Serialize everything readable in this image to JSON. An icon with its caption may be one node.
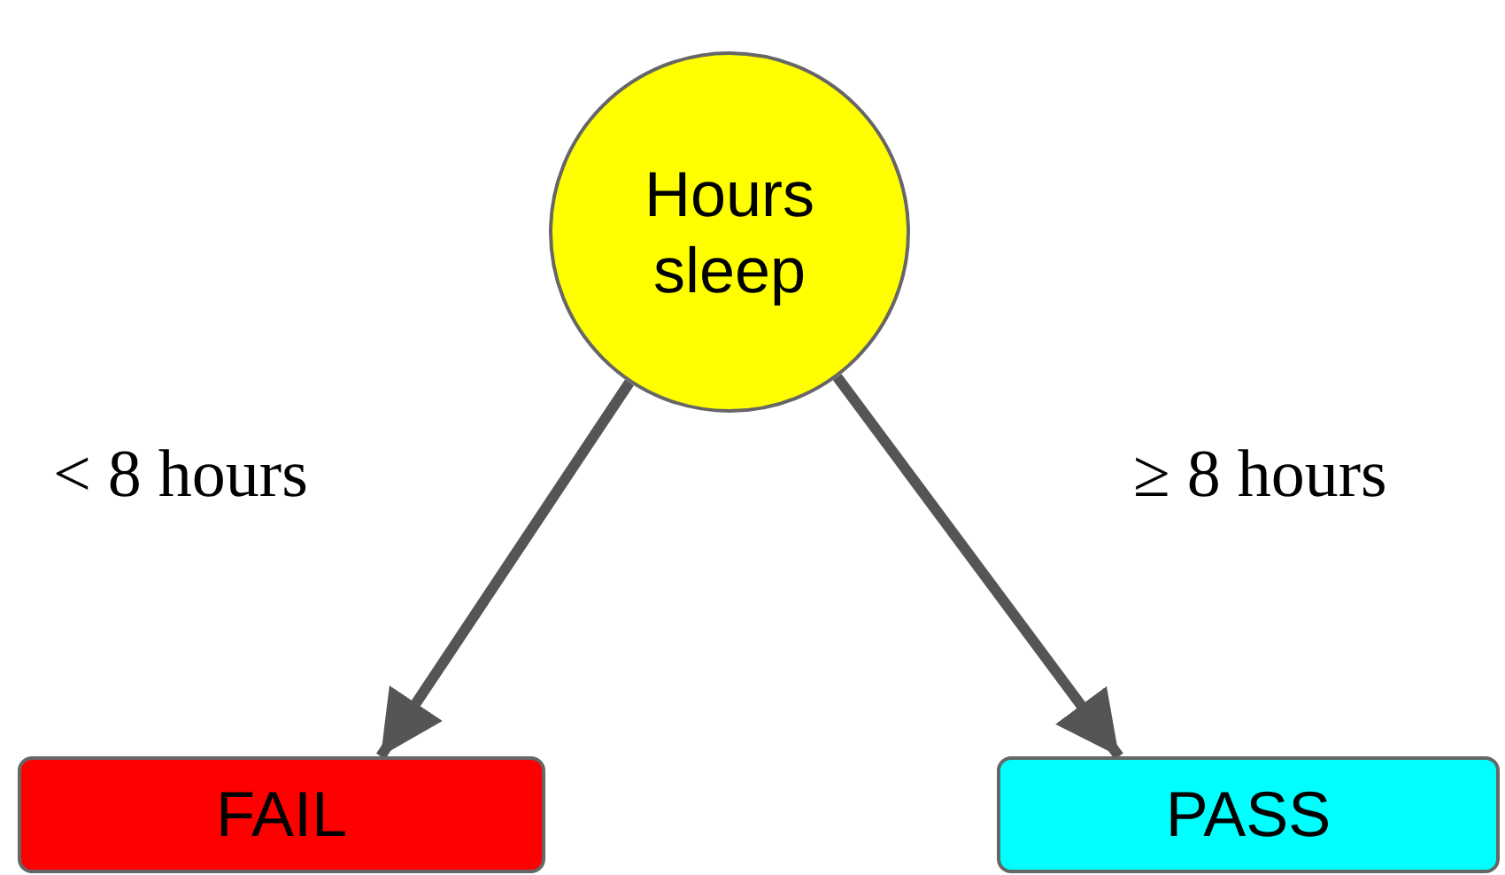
{
  "diagram": {
    "nodes": [
      {
        "text": [
          "Hours sleep"
        ]
      },
      {
        "text": [
          "FAIL"
        ]
      },
      {
        "text": [
          "PASS"
        ]
      }
    ],
    "edges": [
      {
        "from": 0,
        "to": 1,
        "arrow": "to",
        "label": "< 8 hours"
      },
      {
        "from": 0,
        "to": 2,
        "arrow": "to",
        "label": "≥ 8 hours"
      }
    ]
  }
}
